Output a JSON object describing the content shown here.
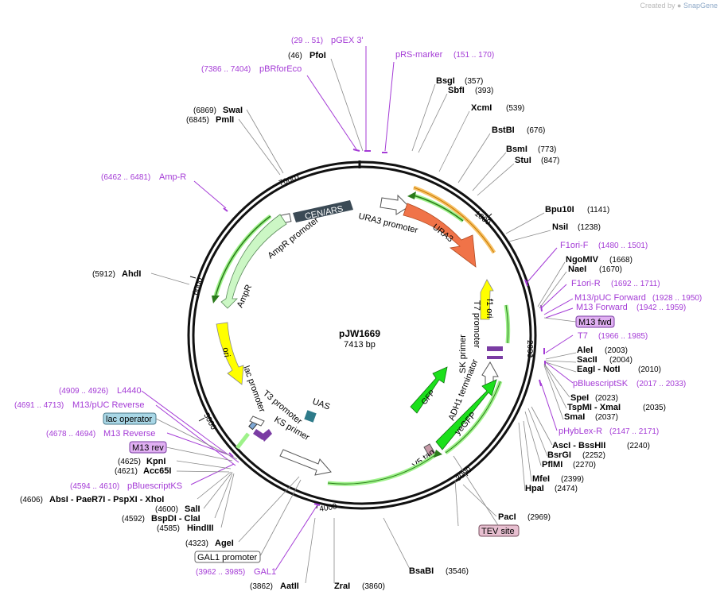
{
  "watermark": {
    "prefix": "Created by",
    "brand": "SnapGene"
  },
  "plasmid": {
    "name": "pJW1669",
    "length_label": "7413 bp"
  },
  "scale_ticks": [
    "1000",
    "2000",
    "3000",
    "4000",
    "5000",
    "6000",
    "7000"
  ],
  "enzymes": [
    {
      "name": "PfoI",
      "pos": "(46)"
    },
    {
      "name": "BsgI",
      "pos": "(357)"
    },
    {
      "name": "SbfI",
      "pos": "(393)"
    },
    {
      "name": "XcmI",
      "pos": "(539)"
    },
    {
      "name": "BstBI",
      "pos": "(676)"
    },
    {
      "name": "BsmI",
      "pos": "(773)"
    },
    {
      "name": "StuI",
      "pos": "(847)"
    },
    {
      "name": "Bpu10I",
      "pos": "(1141)"
    },
    {
      "name": "NsiI",
      "pos": "(1238)"
    },
    {
      "name": "NgoMIV",
      "pos": "(1668)"
    },
    {
      "name": "NaeI",
      "pos": "(1670)"
    },
    {
      "name": "AleI",
      "pos": "(2003)"
    },
    {
      "name": "SacII",
      "pos": "(2004)"
    },
    {
      "name": "EagI - NotI",
      "pos": "(2010)"
    },
    {
      "name": "SpeI",
      "pos": "(2023)"
    },
    {
      "name": "TspMI - XmaI",
      "pos": "(2035)"
    },
    {
      "name": "SmaI",
      "pos": "(2037)"
    },
    {
      "name": "AscI - BssHII",
      "pos": "(2240)"
    },
    {
      "name": "BsrGI",
      "pos": "(2252)"
    },
    {
      "name": "PflMI",
      "pos": "(2270)"
    },
    {
      "name": "MfeI",
      "pos": "(2399)"
    },
    {
      "name": "HpaI",
      "pos": "(2474)"
    },
    {
      "name": "PacI",
      "pos": "(2969)"
    },
    {
      "name": "BsaBI",
      "pos": "(3546)"
    },
    {
      "name": "ZraI",
      "pos": "(3860)"
    },
    {
      "name": "AatII",
      "pos": "(3862)"
    },
    {
      "name": "AgeI",
      "pos": "(4323)"
    },
    {
      "name": "HindIII",
      "pos": "(4585)"
    },
    {
      "name": "BspDI - ClaI",
      "pos": "(4592)"
    },
    {
      "name": "SalI",
      "pos": "(4600)"
    },
    {
      "name": "AbsI - PaeR7I - PspXI - XhoI",
      "pos": "(4606)"
    },
    {
      "name": "Acc65I",
      "pos": "(4621)"
    },
    {
      "name": "KpnI",
      "pos": "(4625)"
    },
    {
      "name": "AhdI",
      "pos": "(5912)"
    },
    {
      "name": "PmlI",
      "pos": "(6845)"
    },
    {
      "name": "SwaI",
      "pos": "(6869)"
    }
  ],
  "primers": [
    {
      "name": "pGEX 3'",
      "range": "(29 .. 51)"
    },
    {
      "name": "pRS-marker",
      "range": "(151 .. 170)"
    },
    {
      "name": "pBRforEco",
      "range": "(7386 .. 7404)"
    },
    {
      "name": "Amp-R",
      "range": "(6462 .. 6481)"
    },
    {
      "name": "F1ori-F",
      "range": "(1480 .. 1501)"
    },
    {
      "name": "F1ori-R",
      "range": "(1692 .. 1711)"
    },
    {
      "name": "M13/pUC Forward",
      "range": "(1928 .. 1950)"
    },
    {
      "name": "M13 Forward",
      "range": "(1942 .. 1959)"
    },
    {
      "name": "T7",
      "range": "(1966 .. 1985)"
    },
    {
      "name": "pBluescriptSK",
      "range": "(2017 .. 2033)"
    },
    {
      "name": "pHybLex-R",
      "range": "(2147 .. 2171)"
    },
    {
      "name": "L4440",
      "range": "(4909 .. 4926)"
    },
    {
      "name": "M13/pUC Reverse",
      "range": "(4691 .. 4713)"
    },
    {
      "name": "M13 Reverse",
      "range": "(4678 .. 4694)"
    },
    {
      "name": "pBluescriptKS",
      "range": "(4594 .. 4610)"
    },
    {
      "name": "GAL1",
      "range": "(3962 .. 3985)"
    }
  ],
  "boxed_labels": {
    "m13_fwd": "M13 fwd",
    "tev_site": "TEV site",
    "lac_operator": "lac operator",
    "m13_rev": "M13 rev",
    "gal1_promoter": "GAL1 promoter"
  },
  "features": {
    "cen_ars": "CEN/ARS",
    "ura3": "URA3",
    "ura3_promoter": "URA3 promoter",
    "ampr_promoter": "AmpR promoter",
    "ampr": "AmpR",
    "ori": "ori",
    "f1_ori": "f1 ori",
    "t7_promoter": "T7 promoter",
    "sk_primer": "SK primer",
    "adh1_terminator": "ADH1 terminator",
    "gfp": "GFP",
    "yegfp": "yeGFP",
    "v5_tag": "V5 tag",
    "lac_promoter": "lac promoter",
    "t3_promoter": "T3 promoter",
    "ks_primer": "KS primer",
    "uas": "UAS"
  },
  "colors": {
    "backbone": "#111111",
    "enzyme_line": "#888888",
    "primer": "#a43bd6",
    "cen_ars": "#3b4a55",
    "ura3": "#f07348",
    "ampr": "#ccf7c5",
    "ori": "#ffff00",
    "gfp": "#1be01b",
    "uas": "#2e7b8a",
    "m13_box": "#e0b0f2",
    "tev_box": "#e7bfd0",
    "lac_op_box": "#a9d7e6"
  }
}
